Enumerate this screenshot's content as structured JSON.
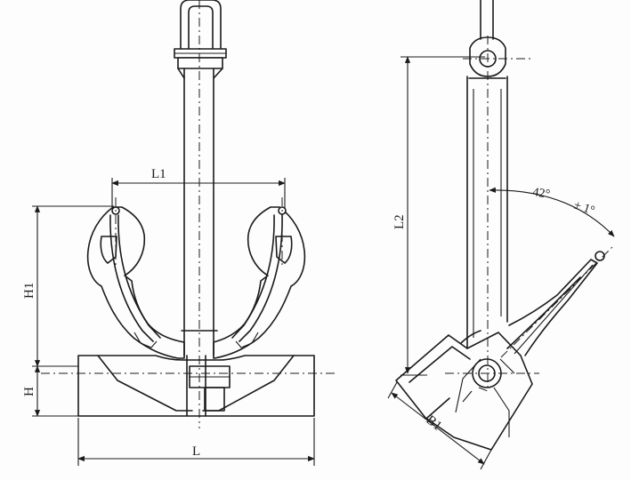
{
  "labels": {
    "L1": "L1",
    "H1": "H1",
    "H": "H",
    "L": "L",
    "L2": "L2",
    "B1": "B1",
    "angle": "42°",
    "tolerance": "± 1°"
  },
  "colors": {
    "line": "#1a1a1a",
    "background": "#fdfdfd"
  }
}
